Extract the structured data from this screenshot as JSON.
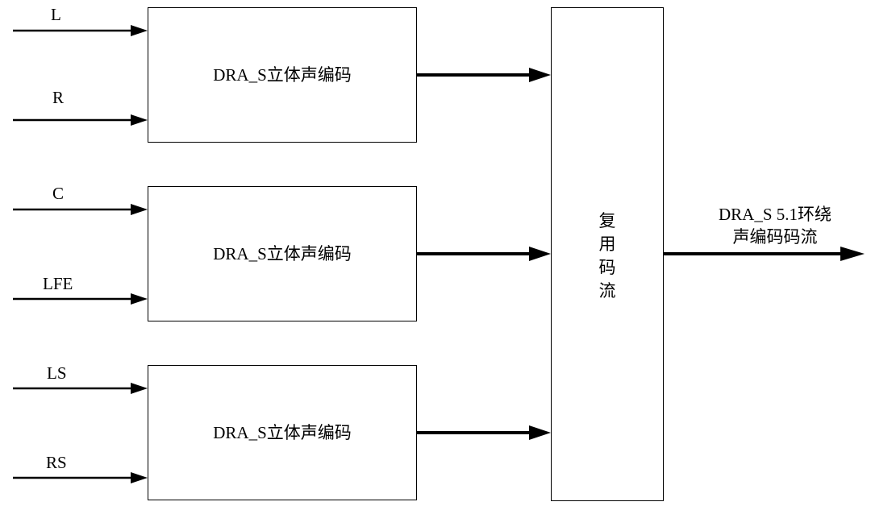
{
  "inputs": {
    "l": "L",
    "r": "R",
    "c": "C",
    "lfe": "LFE",
    "ls": "LS",
    "rs": "RS"
  },
  "encoders": [
    {
      "label": "DRA_S立体声编码"
    },
    {
      "label": "DRA_S立体声编码"
    },
    {
      "label": "DRA_S立体声编码"
    }
  ],
  "mux": {
    "chars": [
      "复",
      "用",
      "码",
      "流"
    ]
  },
  "output": {
    "line1": "DRA_S 5.1环绕",
    "line2": "声编码码流"
  }
}
